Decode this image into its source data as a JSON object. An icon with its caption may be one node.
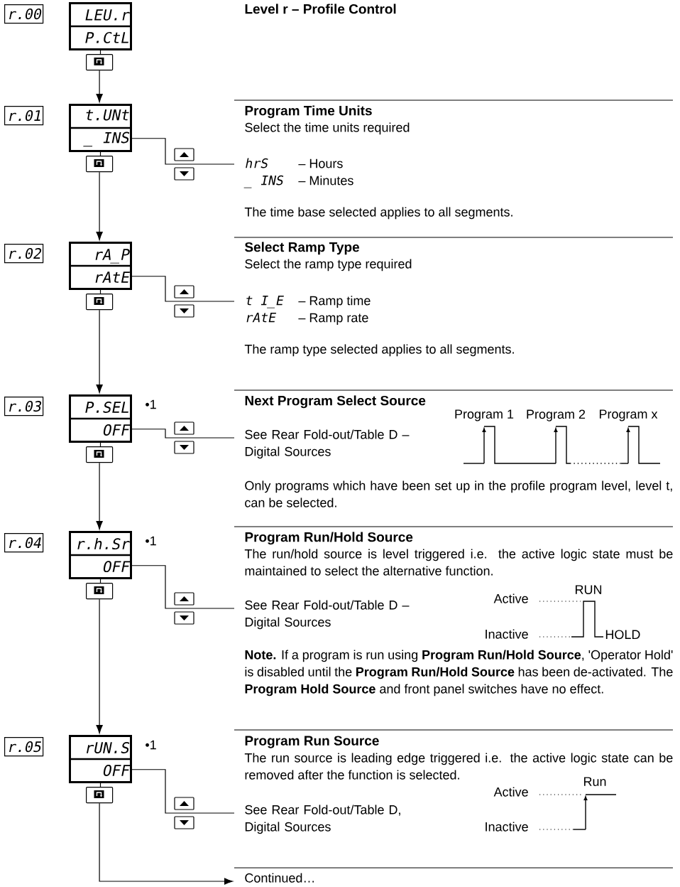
{
  "diagram": {
    "title": "Level r – Profile Control",
    "nodes": [
      {
        "text": [
          "r.00"
        ]
      },
      {
        "text": [
          "LEU.r",
          "P.CtL"
        ]
      },
      {
        "text": [],
        "shape": "box"
      },
      {
        "text": [
          "r.01"
        ]
      },
      {
        "text": [
          "t.UNt",
          "_ INS"
        ]
      },
      {
        "text": [
          "hrS",
          "– Hours",
          "_ INS",
          "– Minutes"
        ]
      },
      {
        "text": [],
        "shape": "box"
      },
      {
        "text": [
          "r.02"
        ]
      },
      {
        "text": [
          "rA_P",
          "rAtE"
        ]
      },
      {
        "text": [
          "t I_E",
          "– Ramp time",
          "rAtE",
          "– Ramp rate"
        ]
      },
      {
        "text": [],
        "shape": "box"
      },
      {
        "text": [
          "r.03"
        ]
      },
      {
        "text": [
          "P.SEL",
          "OFF"
        ],
        "beside": [
          "•1"
        ]
      },
      {
        "text": [
          "See Rear Fold-out/Table D – Digital Sources"
        ]
      },
      {
        "text": [],
        "shape": "box"
      },
      {
        "text": [
          "r.04"
        ]
      },
      {
        "text": [
          "r.h.Sr",
          "OFF"
        ],
        "beside": [
          "•1"
        ]
      },
      {
        "text": [
          "See Rear Fold-out/Table D – Digital Sources"
        ]
      },
      {
        "text": [],
        "shape": "box"
      },
      {
        "text": [
          "r.05"
        ]
      },
      {
        "text": [
          "rUN.S",
          "OFF"
        ],
        "beside": [
          "•1"
        ]
      },
      {
        "text": [
          "See Rear Fold-out/Table D, Digital Sources"
        ]
      },
      {
        "text": [],
        "shape": "box"
      },
      {
        "text": [
          "Continued…"
        ]
      }
    ],
    "edges": [
      {
        "from": 1,
        "to": 2,
        "arrow": "none"
      },
      {
        "from": 2,
        "to": 4,
        "arrow": "to"
      },
      {
        "from": 4,
        "to": 5,
        "arrow": "none"
      },
      {
        "from": 4,
        "to": 6,
        "arrow": "none"
      },
      {
        "from": 6,
        "to": 8,
        "arrow": "to"
      },
      {
        "from": 8,
        "to": 9,
        "arrow": "none"
      },
      {
        "from": 8,
        "to": 10,
        "arrow": "none"
      },
      {
        "from": 10,
        "to": 12,
        "arrow": "to"
      },
      {
        "from": 12,
        "to": 13,
        "arrow": "none"
      },
      {
        "from": 12,
        "to": 14,
        "arrow": "none"
      },
      {
        "from": 14,
        "to": 16,
        "arrow": "to"
      },
      {
        "from": 16,
        "to": 17,
        "arrow": "none"
      },
      {
        "from": 16,
        "to": 18,
        "arrow": "none"
      },
      {
        "from": 18,
        "to": 20,
        "arrow": "to"
      },
      {
        "from": 20,
        "to": 21,
        "arrow": "none"
      },
      {
        "from": 20,
        "to": 22,
        "arrow": "none"
      },
      {
        "from": 22,
        "to": 23,
        "arrow": "to"
      }
    ],
    "labels": [
      "Program Time Units",
      "Select the time units required",
      "The time base selected applies to all segments.",
      "Select Ramp Type",
      "Select the ramp type required",
      "The ramp type selected applies to all segments.",
      "Next Program Select Source",
      "Program 1",
      "Program 2",
      "Program x",
      "Only programs which have been set up in the profile program level, level t, can be selected.",
      "Program Run/Hold Source",
      "The run/hold source is level triggered i.e. the active logic state must be maintained to select the alternative function.",
      "RUN",
      "Active",
      "Inactive",
      "HOLD",
      "**Note.** If a program is run using **Program Run/Hold Source**, 'Operator Hold' is disabled until the **Program Run/Hold Source** has been de-activated. The **Program Hold Source** and front panel switches have no effect.",
      "Program Run Source",
      "The run source is leading edge triggered i.e. the active logic state can be removed after the function is selected.",
      "Run",
      "Active",
      "Inactive"
    ]
  }
}
